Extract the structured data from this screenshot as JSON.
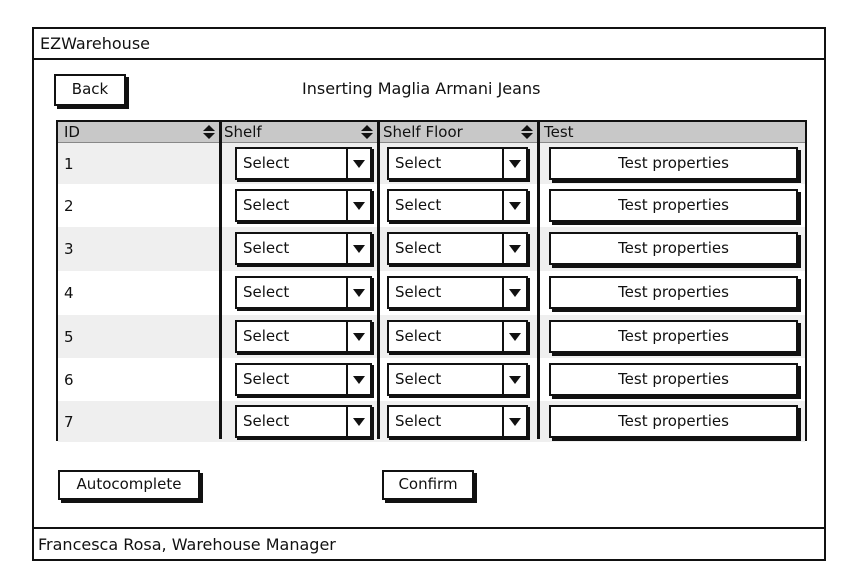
{
  "window": {
    "title": "EZWarehouse"
  },
  "header": {
    "back_label": "Back",
    "heading": "Inserting Maglia Armani Jeans"
  },
  "table": {
    "columns": [
      "ID",
      "Shelf",
      "Shelf Floor",
      "Test"
    ],
    "rows": [
      {
        "id": "1",
        "shelf": "Select",
        "floor": "Select",
        "test": "Test properties"
      },
      {
        "id": "2",
        "shelf": "Select",
        "floor": "Select",
        "test": "Test properties"
      },
      {
        "id": "3",
        "shelf": "Select",
        "floor": "Select",
        "test": "Test properties"
      },
      {
        "id": "4",
        "shelf": "Select",
        "floor": "Select",
        "test": "Test properties"
      },
      {
        "id": "5",
        "shelf": "Select",
        "floor": "Select",
        "test": "Test properties"
      },
      {
        "id": "6",
        "shelf": "Select",
        "floor": "Select",
        "test": "Test properties"
      },
      {
        "id": "7",
        "shelf": "Select",
        "floor": "Select",
        "test": "Test properties"
      }
    ]
  },
  "actions": {
    "autocomplete_label": "Autocomplete",
    "confirm_label": "Confirm"
  },
  "footer": {
    "user": "Francesca Rosa, Warehouse Manager"
  },
  "colors": {
    "header_bg": "#c8c8c8",
    "alt_row_bg": "#efefef",
    "border": "#111111"
  }
}
